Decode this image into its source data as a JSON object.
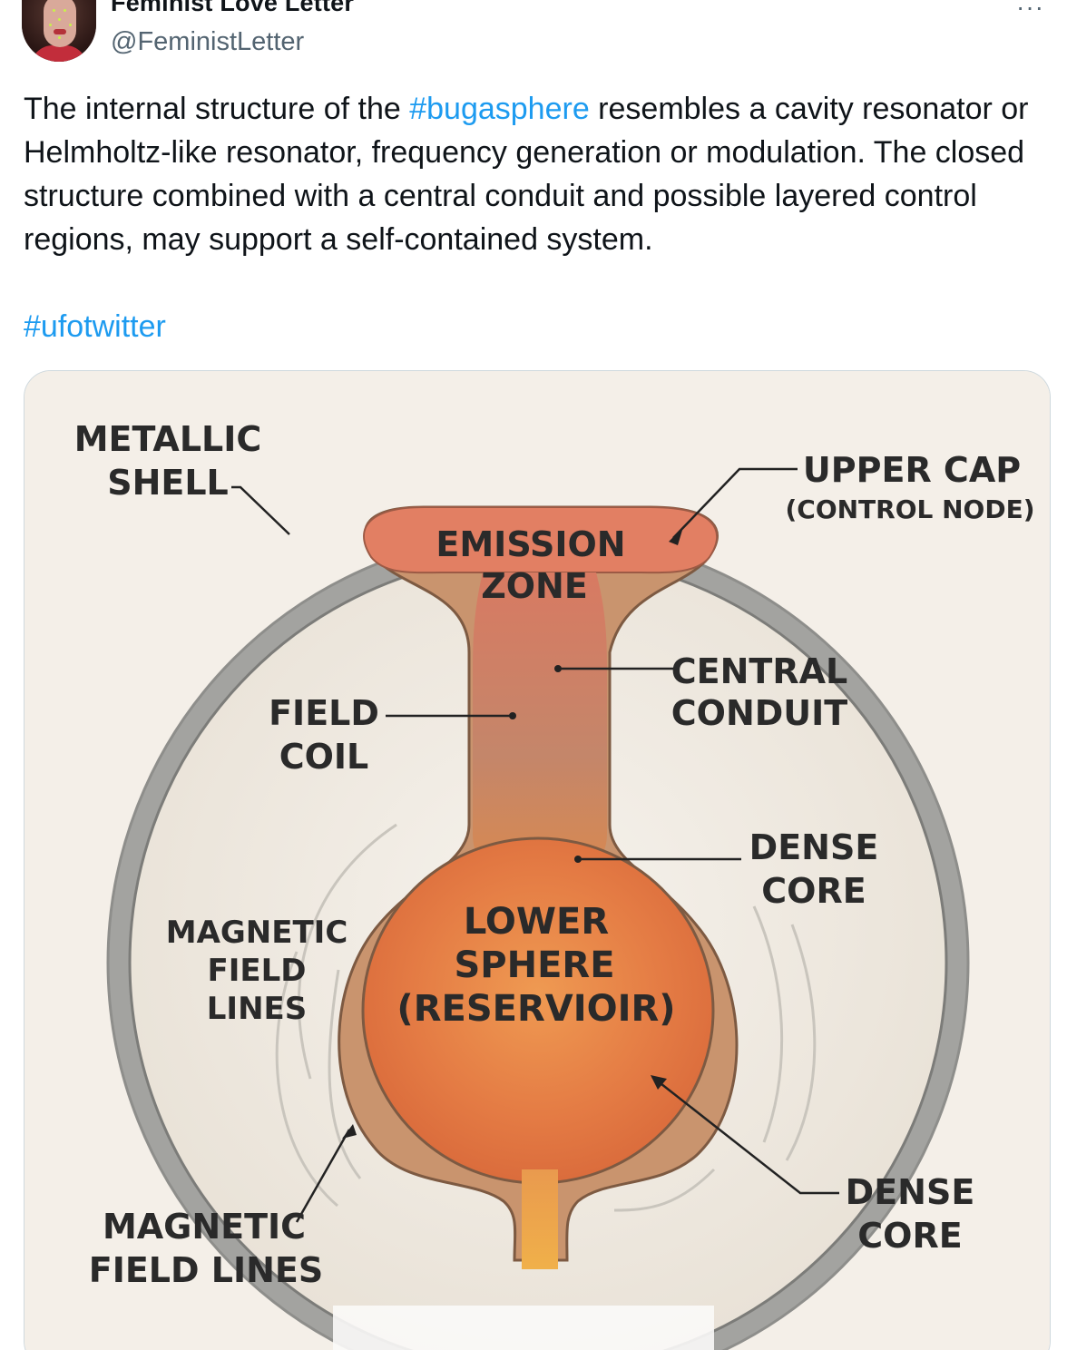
{
  "tweet": {
    "display_name": "Feminist Love Letter",
    "handle": "@FeministLetter",
    "more_label": "···",
    "text_before_tag": "The internal structure of the ",
    "hashtag_1": "#bugasphere",
    "text_after_tag": " resembles a cavity resonator or Helmholtz-like resonator, frequency generation or modulation. The closed structure combined with a central conduit and possible layered control regions, may support a self-contained system.",
    "hashtag_2": "#ufotwitter"
  },
  "diagram": {
    "labels": {
      "metallic_shell_1": "METALLIC",
      "metallic_shell_2": "SHELL",
      "upper_cap_1": "UPPER CAP",
      "upper_cap_2": "(CONTROL NODE)",
      "emission_zone_1": "EMISSION",
      "emission_zone_2": "ZONE",
      "central_conduit_1": "CENTRAL",
      "central_conduit_2": "CONDUIT",
      "field_coil_1": "FIELD",
      "field_coil_2": "COIL",
      "dense_core_upper_1": "DENSE",
      "dense_core_upper_2": "CORE",
      "magnetic_inner_1": "MAGNETIC",
      "magnetic_inner_2": "FIELD",
      "magnetic_inner_3": "LINES",
      "lower_sphere_1": "LOWER",
      "lower_sphere_2": "SPHERE",
      "lower_sphere_3": "(RESERVIOIR)",
      "magnetic_outer_1": "MAGNETIC",
      "magnetic_outer_2": "FIELD LINES",
      "dense_core_lower_1": "DENSE",
      "dense_core_lower_2": "CORE"
    },
    "colors": {
      "shell": "#a3a3a0",
      "interior": "#f1ece4",
      "casing": "#c9946e",
      "emission": "#e27f63",
      "reservoir": "#e88a4a",
      "conduit": "#c88565"
    }
  }
}
